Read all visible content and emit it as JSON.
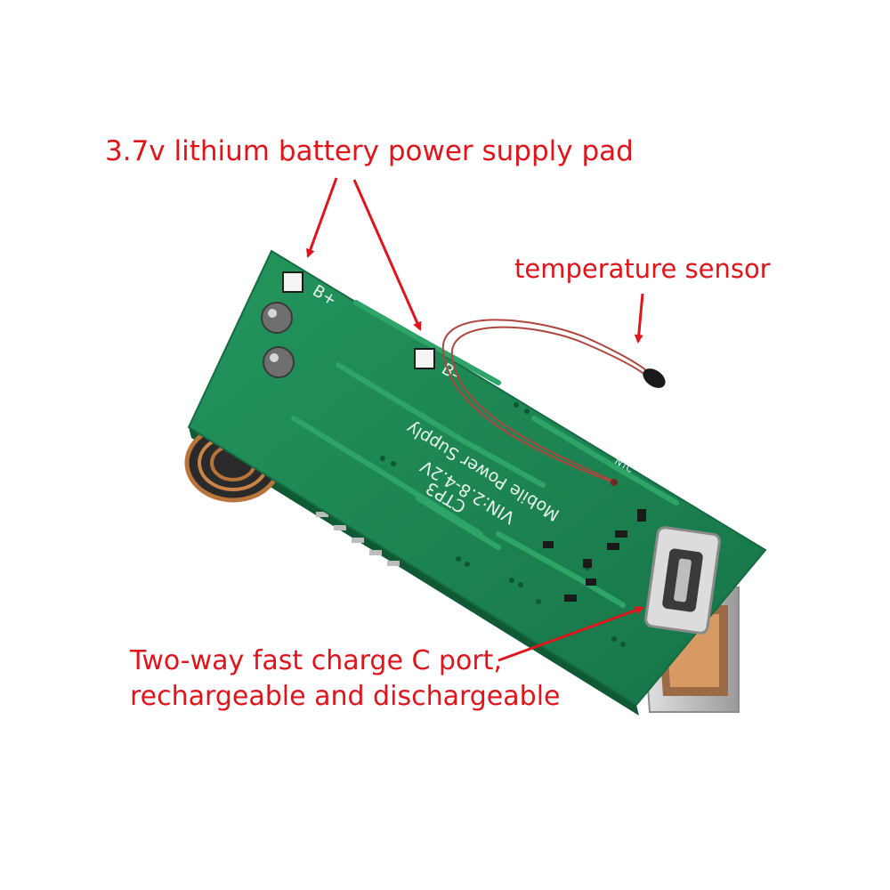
{
  "annotations": {
    "battery_pad": "3.7v lithium battery power supply pad",
    "temperature_sensor": "temperature sensor",
    "c_port_line1": "Two-way fast charge C port,",
    "c_port_line2": "rechargeable and dischargeable"
  },
  "board_silkscreen": {
    "pad_positive": "B+",
    "pad_negative": "B-",
    "line1": "Mobile Power Supply",
    "line2": "VIN:2.8-4.2V",
    "line3": "CTP3",
    "ntc": "NTC"
  },
  "colors": {
    "annotation_text": "#e0141b",
    "arrow": "#e0141b",
    "pcb": "#1f8a55",
    "pcb_trace": "#2ea468",
    "usb_metal": "#c9c9c9",
    "copper_coil": "#b8743a",
    "thermistor_wire": "#b0453e"
  }
}
